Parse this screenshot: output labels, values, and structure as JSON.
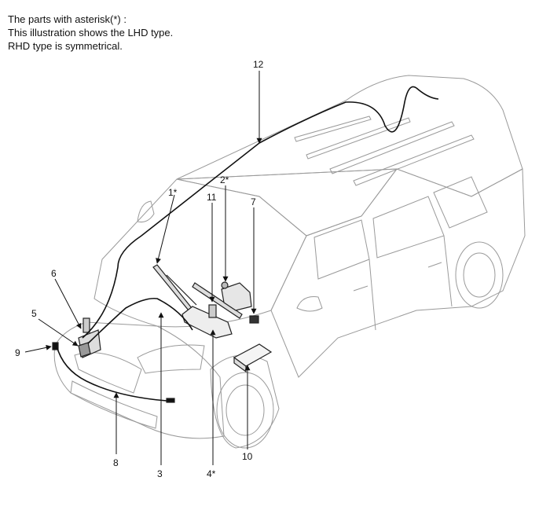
{
  "notes": {
    "line1": "The parts with asterisk(*) :",
    "line2": "This illustration shows the LHD type.",
    "line3": "RHD type is symmetrical."
  },
  "callouts": {
    "c1": "1*",
    "c2": "2*",
    "c3": "3",
    "c4": "4*",
    "c5": "5",
    "c6": "6",
    "c7": "7",
    "c8": "8",
    "c9": "9",
    "c10": "10",
    "c11": "11",
    "c12": "12"
  }
}
